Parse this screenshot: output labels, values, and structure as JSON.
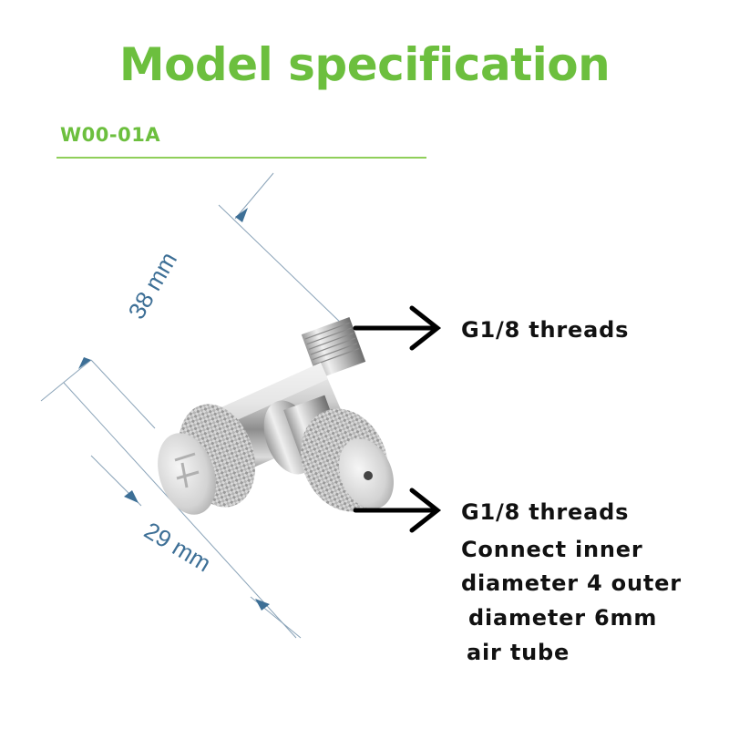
{
  "header": {
    "title": "Model specification",
    "model_code": "W00-01A"
  },
  "dimensions": {
    "length_label": "38 mm",
    "width_label": "29 mm"
  },
  "callouts": {
    "top": "G1/8 threads",
    "bottom": [
      "G1/8 threads",
      "Connect inner",
      "diameter 4 outer",
      " diameter 6mm",
      " air tube"
    ]
  },
  "colors": {
    "title_green": "#6cbf3e",
    "rule_green": "#8fcf5a",
    "dimension_blue": "#3d6f96",
    "text_dark": "#111111"
  },
  "icons": [
    "arrow-right-icon",
    "knurled-knob-icon"
  ]
}
